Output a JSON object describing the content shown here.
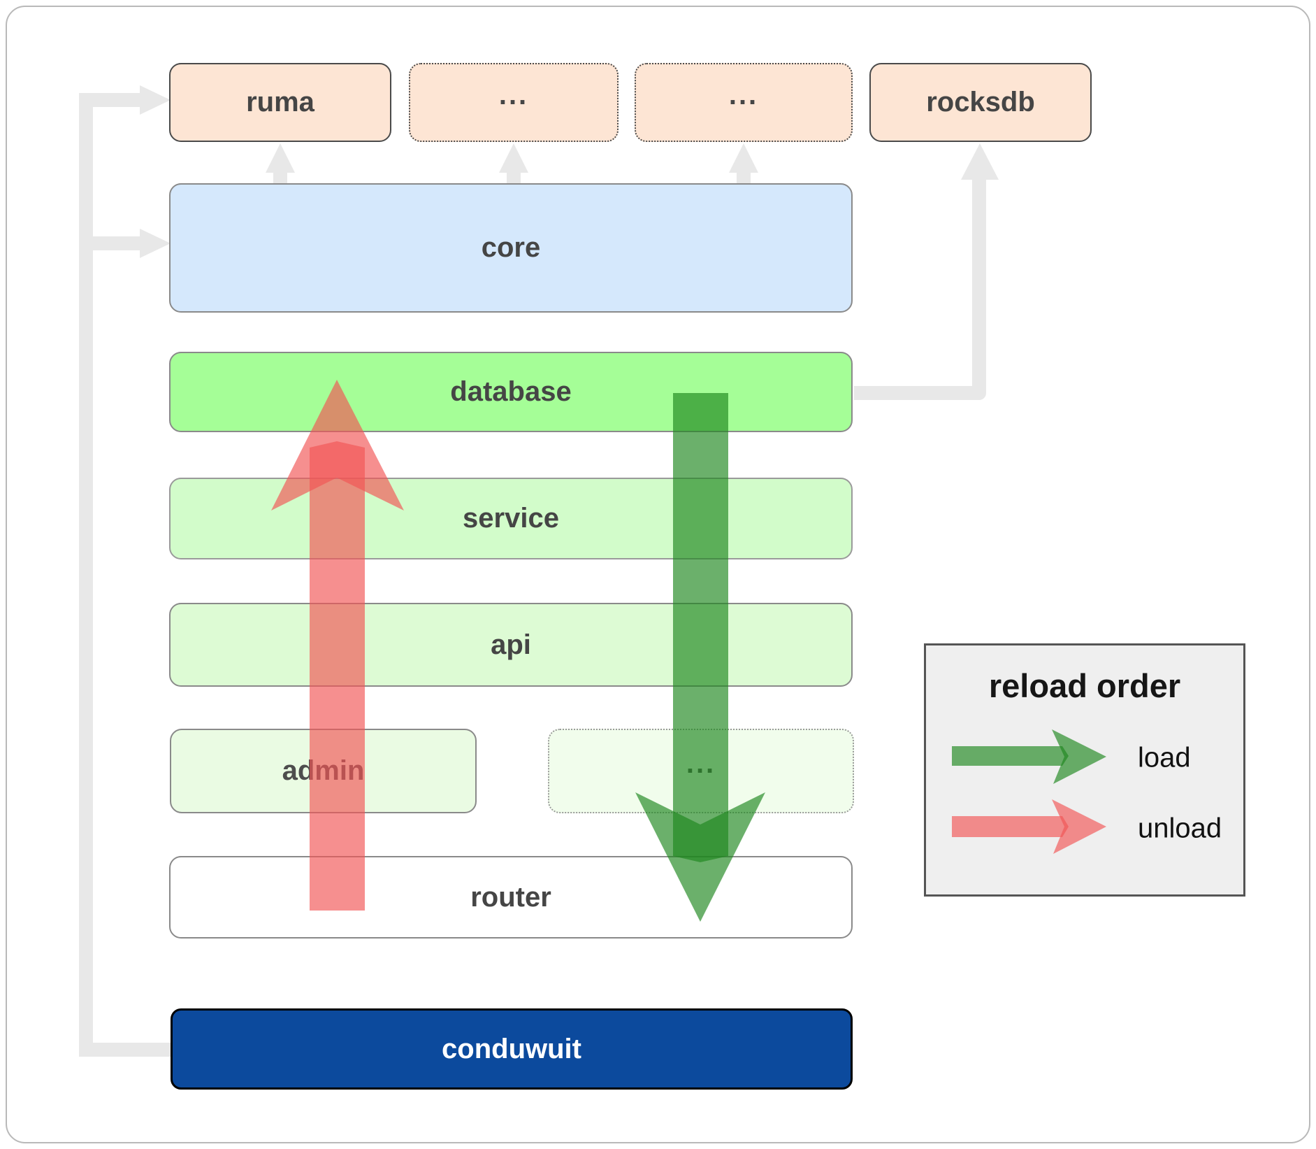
{
  "nodes": {
    "ruma": "ruma",
    "ellipsis_top_1": "...",
    "ellipsis_top_2": "...",
    "rocksdb": "rocksdb",
    "core": "core",
    "database": "database",
    "service": "service",
    "api": "api",
    "admin": "admin",
    "ellipsis_modules": "...",
    "router": "router",
    "conduwuit": "conduwuit"
  },
  "legend": {
    "title": "reload order",
    "items": [
      {
        "label": "load",
        "color": "#2e8b2e"
      },
      {
        "label": "unload",
        "color": "#f25555"
      }
    ]
  },
  "colors": {
    "node_peach": "#fde5d4",
    "node_blue": "#d5e8fc",
    "green_bright": "#a5fe97",
    "green_light": "#d2fcca",
    "green_lighter": "#ddfbd4",
    "green_faint": "#eafbe3",
    "green_faintest": "#f1fdec",
    "node_navy": "#0c4a9d",
    "legend_bg": "#efefef",
    "connector": "#e8e8e8",
    "load_arrow": "rgba(30,135,30,0.66)",
    "unload_arrow": "rgba(242,85,85,0.66)"
  }
}
